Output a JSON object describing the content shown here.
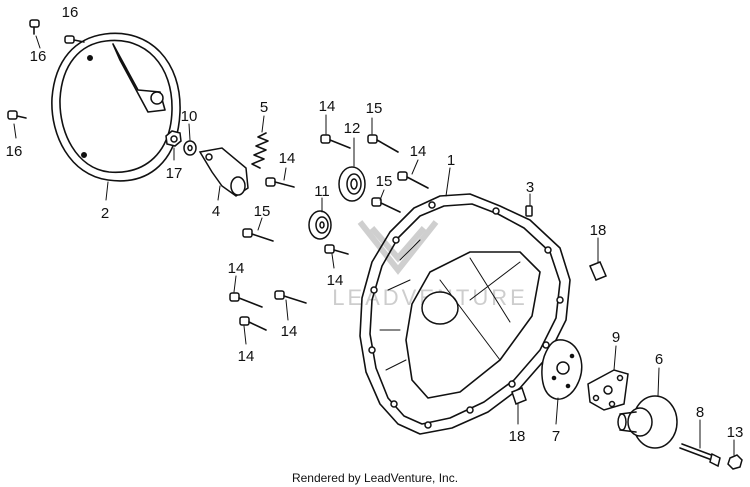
{
  "callouts": [
    {
      "id": "c1",
      "text": "16"
    },
    {
      "id": "c2",
      "text": "16"
    },
    {
      "id": "c3",
      "text": "16"
    },
    {
      "id": "c4",
      "text": "2"
    },
    {
      "id": "c5",
      "text": "10"
    },
    {
      "id": "c6",
      "text": "17"
    },
    {
      "id": "c7",
      "text": "5"
    },
    {
      "id": "c8",
      "text": "4"
    },
    {
      "id": "c9",
      "text": "14"
    },
    {
      "id": "c10",
      "text": "15"
    },
    {
      "id": "c11",
      "text": "12"
    },
    {
      "id": "c12",
      "text": "14"
    },
    {
      "id": "c13",
      "text": "14"
    },
    {
      "id": "c14",
      "text": "1"
    },
    {
      "id": "c15",
      "text": "11"
    },
    {
      "id": "c16",
      "text": "15"
    },
    {
      "id": "c17",
      "text": "3"
    },
    {
      "id": "c18",
      "text": "15"
    },
    {
      "id": "c19",
      "text": "14"
    },
    {
      "id": "c20",
      "text": "18"
    },
    {
      "id": "c21",
      "text": "14"
    },
    {
      "id": "c22",
      "text": "14"
    },
    {
      "id": "c23",
      "text": "14"
    },
    {
      "id": "c24",
      "text": "9"
    },
    {
      "id": "c25",
      "text": "6"
    },
    {
      "id": "c26",
      "text": "18"
    },
    {
      "id": "c27",
      "text": "7"
    },
    {
      "id": "c28",
      "text": "8"
    },
    {
      "id": "c29",
      "text": "13"
    }
  ],
  "watermark": "LEADVENTURE",
  "footer": "Rendered by LeadVenture, Inc."
}
